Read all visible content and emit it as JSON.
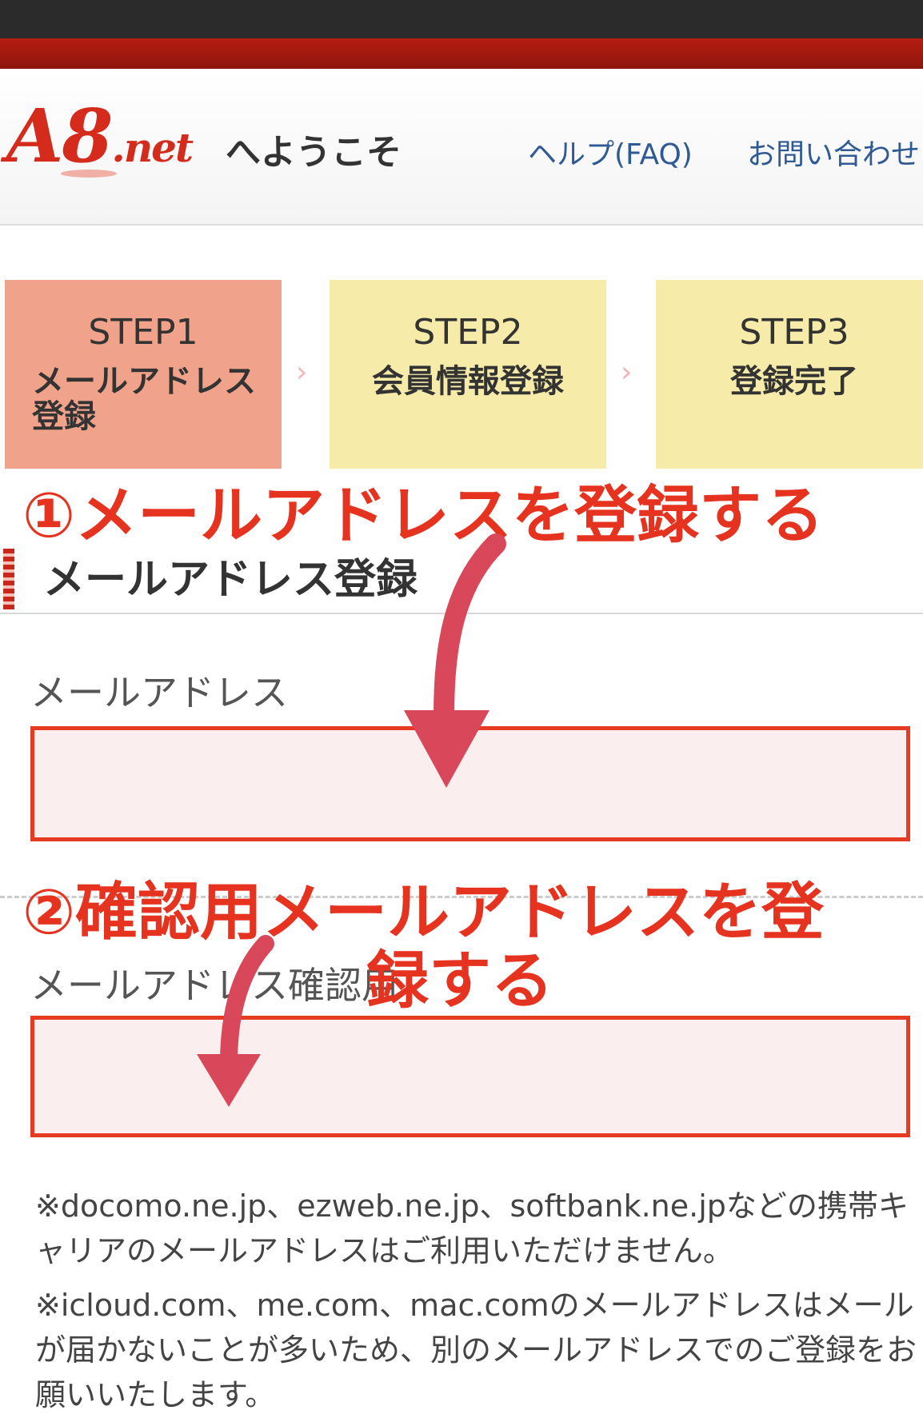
{
  "header": {
    "logo_main": "A8",
    "logo_suffix": ".net",
    "welcome": "へようこそ",
    "help_link": "ヘルプ(FAQ)",
    "contact_link": "お問い合わせ"
  },
  "steps": [
    {
      "num": "STEP1",
      "name": "メールアドレス登録",
      "active": true
    },
    {
      "num": "STEP2",
      "name": "会員情報登録",
      "active": false
    },
    {
      "num": "STEP3",
      "name": "登録完了",
      "active": false
    }
  ],
  "step_separator": "›",
  "annotations": {
    "a1": "①メールアドレスを登録する",
    "a2_line1": "②確認用メールアドレスを登",
    "a2_line2": "録する"
  },
  "section": {
    "title": "メールアドレス登録"
  },
  "form": {
    "email_label": "メールアドレス",
    "email_value": "",
    "confirm_label": "メールアドレス確認用",
    "confirm_value": ""
  },
  "notes": [
    "※docomo.ne.jp、ezweb.ne.jp、softbank.ne.jpなどの携帯キャリアのメールアドレスはご利用いただけません。",
    "※icloud.com、me.com、mac.comのメールアドレスはメールが届かないことが多いため、別のメールアドレスでのご登録をお願いいたします。"
  ],
  "colors": {
    "brand_red": "#d42b1c",
    "annotation_red": "#e53320",
    "arrow": "#d9485a",
    "step_active": "#f1a28a",
    "step_inactive": "#f7ebaa",
    "link": "#2f5a93"
  }
}
